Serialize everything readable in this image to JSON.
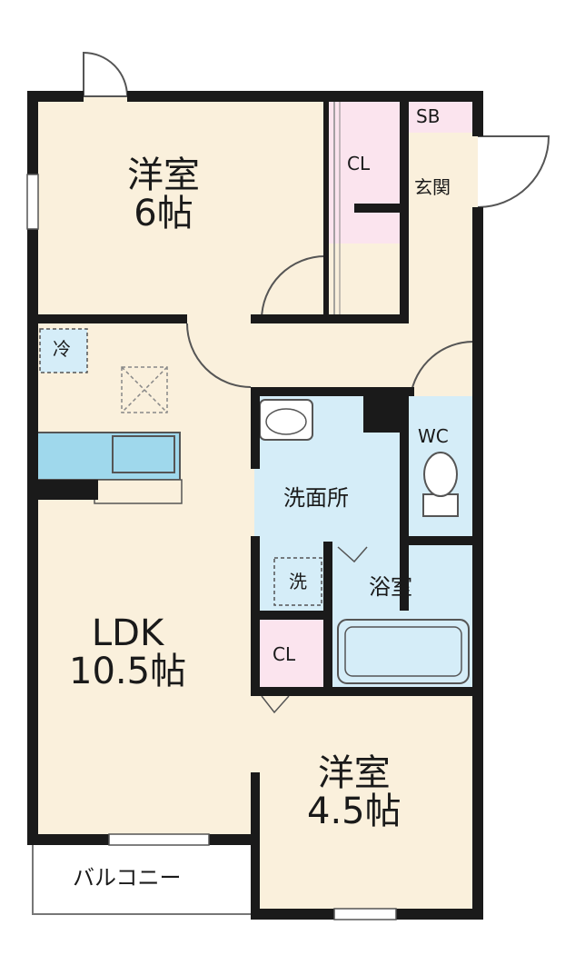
{
  "colors": {
    "wall": "#1a1a1a",
    "room_floor": "#faf0dc",
    "wet_area": "#d5edf8",
    "closet": "#fbe4ee",
    "balcony": "#ffffff",
    "fixture_line": "#555555"
  },
  "rooms": {
    "western_room_6": {
      "name": "洋室",
      "size": "6帖"
    },
    "closet_top": {
      "name": "CL"
    },
    "shoe_box": {
      "name": "SB"
    },
    "entrance": {
      "name": "玄関"
    },
    "refrigerator": {
      "name": "冷"
    },
    "toilet": {
      "name": "WC"
    },
    "washroom": {
      "name": "洗面所"
    },
    "washing_machine": {
      "name": "洗"
    },
    "bathroom": {
      "name": "浴室"
    },
    "closet_mid": {
      "name": "CL"
    },
    "ldk": {
      "name": "LDK",
      "size": "10.5帖"
    },
    "western_room_45": {
      "name": "洋室",
      "size": "4.5帖"
    },
    "balcony": {
      "name": "バルコニー"
    }
  }
}
